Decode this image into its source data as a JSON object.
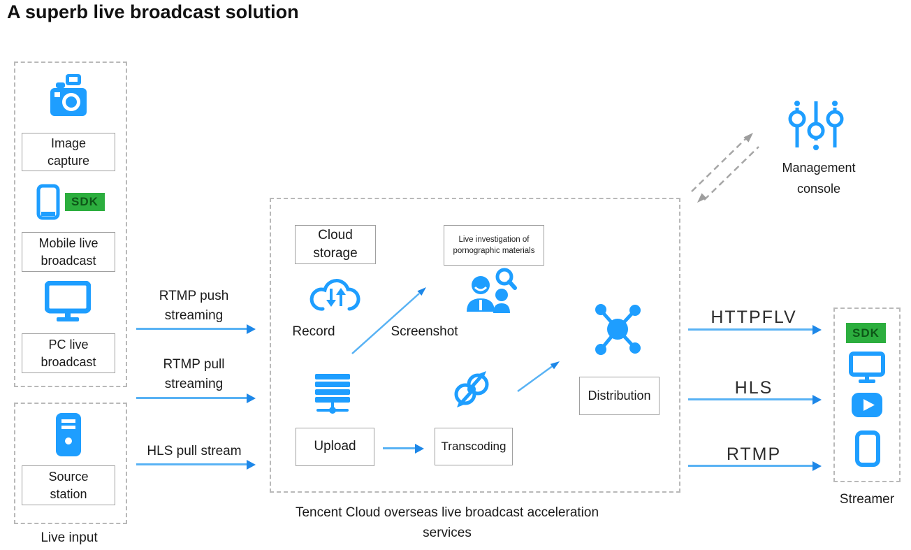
{
  "title": "A superb live broadcast solution",
  "colors": {
    "icon_blue": "#1e9eff",
    "arrow_blue": "#58b2f4",
    "arrow_head_blue": "#1d87e8",
    "sdk_green": "#2cae3e",
    "dash_gray": "#b9b9b9",
    "gray_arrow": "#a6a6a6"
  },
  "live_input": {
    "caption": "Live input",
    "image_capture": "Image capture",
    "sdk_badge": "SDK",
    "mobile": "Mobile live broadcast",
    "pc": "PC live broadcast",
    "source": "Source station"
  },
  "ingest_arrows": {
    "rtmp_push": "RTMP push streaming",
    "rtmp_pull": "RTMP pull streaming",
    "hls_pull": "HLS pull stream"
  },
  "cloud": {
    "caption": "Tencent Cloud overseas live broadcast acceleration services",
    "cloud_storage": "Cloud storage",
    "record": "Record",
    "screenshot": "Screenshot",
    "moderation": "Live investigation of pornographic materials",
    "upload": "Upload",
    "transcoding": "Transcoding",
    "distribution": "Distribution"
  },
  "management": {
    "label": "Management console"
  },
  "delivery_arrows": {
    "httpflv": "HTTPFLV",
    "hls": "HLS",
    "rtmp": "RTMP"
  },
  "streamer": {
    "caption": "Streamer",
    "sdk_badge": "SDK"
  }
}
